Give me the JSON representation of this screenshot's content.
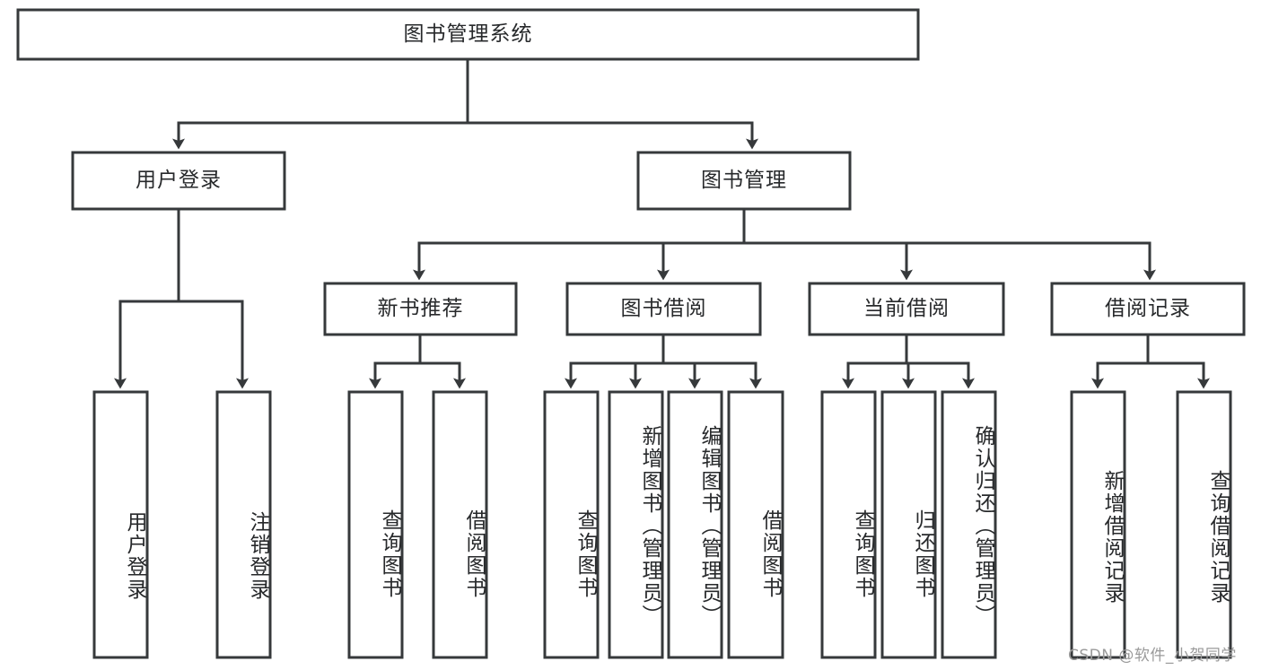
{
  "diagram": {
    "title": "图书管理系统",
    "type": "hierarchy-tree",
    "colors": {
      "box_stroke": "#36393b",
      "box_fill": "#ffffff",
      "text": "#27292b",
      "connector": "#36393b",
      "watermark": "#9a9a9a",
      "background": "#ffffff"
    },
    "levels": {
      "root": {
        "label": "图书管理系统"
      },
      "level2": [
        {
          "label": "用户登录"
        },
        {
          "label": "图书管理"
        }
      ],
      "level3": [
        {
          "label": "新书推荐"
        },
        {
          "label": "图书借阅"
        },
        {
          "label": "当前借阅"
        },
        {
          "label": "借阅记录"
        }
      ],
      "leaves": {
        "user_login": [
          {
            "label": "用户登录"
          },
          {
            "label": "注销登录"
          }
        ],
        "new_book_recommend": [
          {
            "label": "查询图书"
          },
          {
            "label": "借阅图书"
          }
        ],
        "book_borrow": [
          {
            "label": "查询图书"
          },
          {
            "label": "新增图书（管理员）"
          },
          {
            "label": "编辑图书（管理员）"
          },
          {
            "label": "借阅图书"
          }
        ],
        "current_borrow": [
          {
            "label": "查询图书"
          },
          {
            "label": "归还图书"
          },
          {
            "label": "确认归还（管理员）"
          }
        ],
        "borrow_record": [
          {
            "label": "新增借阅记录"
          },
          {
            "label": "查询借阅记录"
          }
        ]
      }
    },
    "watermark": "CSDN @软件_小贺同学"
  }
}
